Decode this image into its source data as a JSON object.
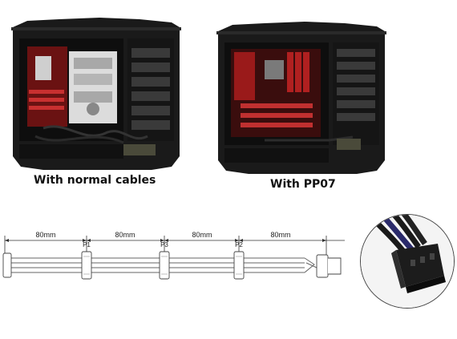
{
  "captions": {
    "left": "With normal cables",
    "right": "With PP07"
  },
  "cable_diagram": {
    "segment_labels": [
      "80mm",
      "80mm",
      "80mm",
      "80mm"
    ],
    "connector_labels": [
      "P1",
      "P3",
      "P2"
    ]
  }
}
